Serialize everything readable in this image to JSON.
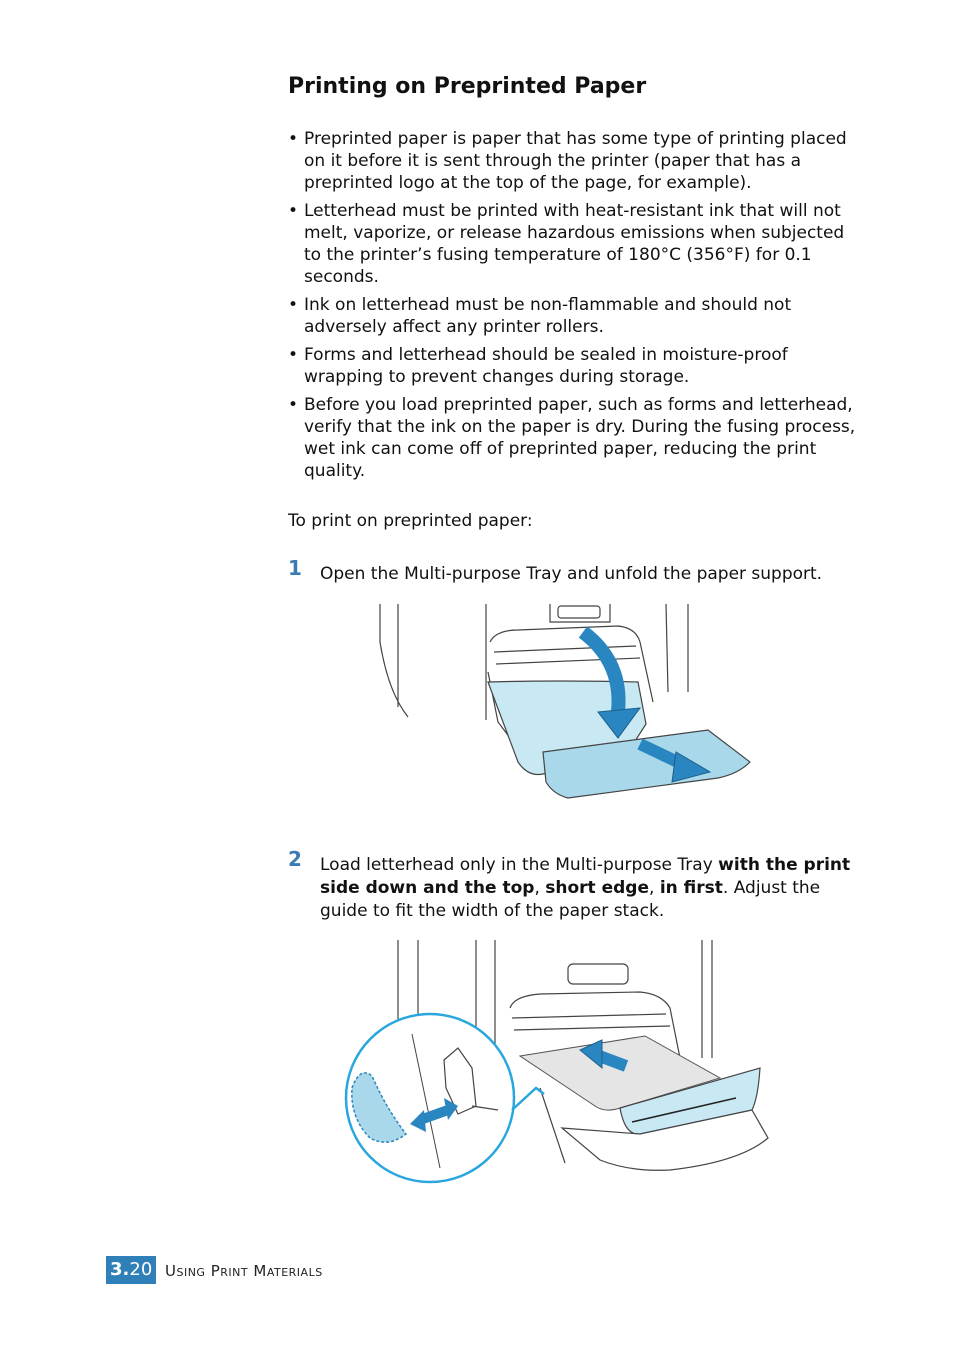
{
  "heading": "Printing on Preprinted Paper",
  "bullets": [
    "Preprinted paper is paper that has some type of printing placed on it before it is sent through the printer (paper that has a preprinted logo at the top of the page, for example).",
    "Letterhead must be printed with heat-resistant ink that will not melt, vaporize, or release hazardous emissions when subjected to the printer’s fusing temperature of 180°C (356°F) for 0.1 seconds.",
    "Ink on letterhead must be non-flammable and should not adversely affect any printer rollers.",
    "Forms and letterhead should be sealed in moisture-proof wrapping to prevent changes during storage.",
    "Before you load preprinted paper, such as forms and letterhead, verify that the ink on the paper is dry. During the fusing process, wet ink can come off of preprinted paper, reducing the print quality."
  ],
  "intro": "To print on preprinted paper:",
  "steps": [
    {
      "number": "1",
      "text": "Open the Multi-purpose Tray and unfold the paper support."
    },
    {
      "number": "2",
      "text_a": "Load letterhead only in the Multi-purpose Tray ",
      "bold_a": "with the print side down and the top",
      "sep1": ", ",
      "bold_b": "short edge",
      "sep2": ", ",
      "bold_c": "in first",
      "text_b": ". Adjust the guide to fit the width of the paper stack."
    }
  ],
  "footer": {
    "chapter": "3.",
    "page": "20",
    "title": "Using Print Materials"
  },
  "colors": {
    "accent": "#2f7fb8",
    "illustration_blue": "#a8d8ea",
    "arrow_blue": "#2a86c0"
  }
}
